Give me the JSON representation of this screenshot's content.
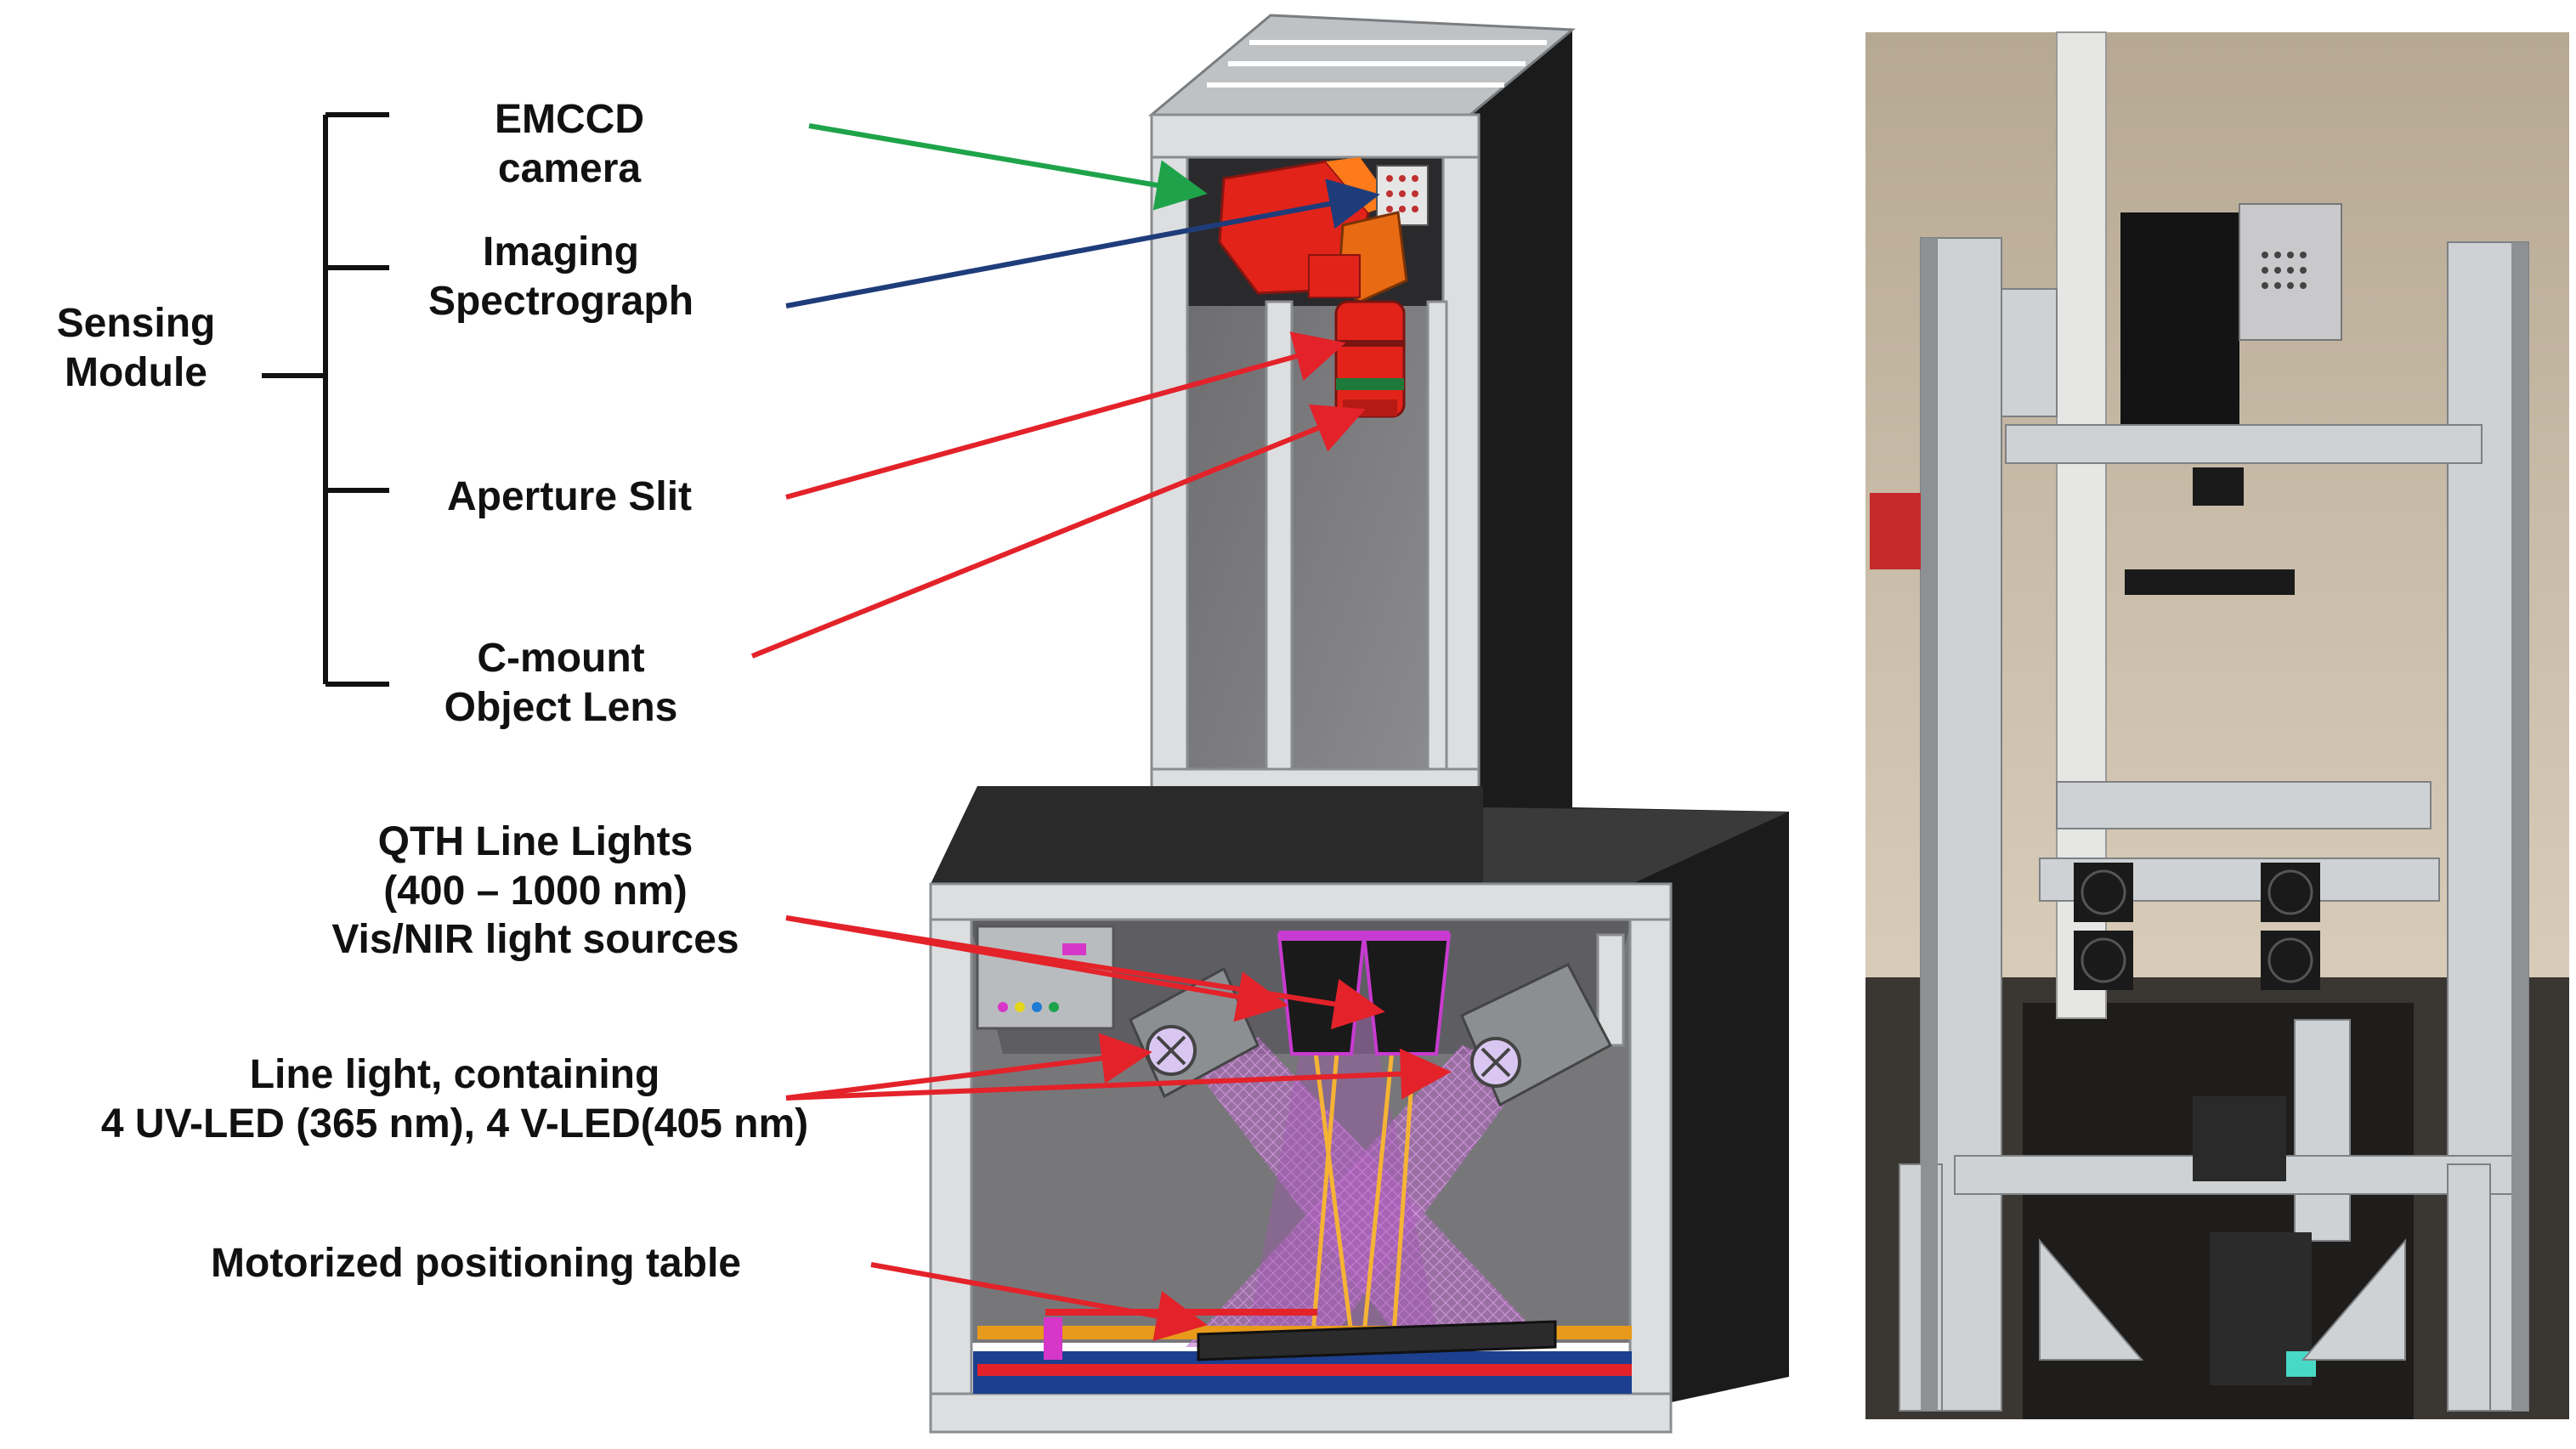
{
  "labels": {
    "sensing_module": [
      "Sensing",
      "Module"
    ],
    "emccd_camera": [
      "EMCCD",
      "camera"
    ],
    "imaging_spectrograph": [
      "Imaging",
      "Spectrograph"
    ],
    "aperture_slit": [
      "Aperture Slit"
    ],
    "cmount_lens": [
      "C-mount",
      "Object Lens"
    ],
    "qth_line_lights": [
      "QTH Line Lights",
      "(400 – 1000 nm)",
      "Vis/NIR light sources"
    ],
    "line_light": [
      "Line light, containing",
      "4 UV-LED (365 nm), 4 V-LED(405 nm)"
    ],
    "positioning_table": [
      "Motorized positioning table"
    ]
  },
  "colors": {
    "arrow_green": "#1fa34a",
    "arrow_blue": "#1f3c7a",
    "arrow_red": "#e3222a",
    "bracket": "#111111",
    "frame_black": "#1a1a1a",
    "aluminum": "#d8dadc",
    "camera_red": "#e2231a",
    "light_purple": "#a64fb8",
    "platform_blue": "#1c3f8f"
  },
  "icons": [
    "emccd-camera-icon",
    "spectrograph-icon",
    "lens-icon",
    "qth-lamp-icon",
    "uv-led-light-icon",
    "control-box-icon"
  ]
}
